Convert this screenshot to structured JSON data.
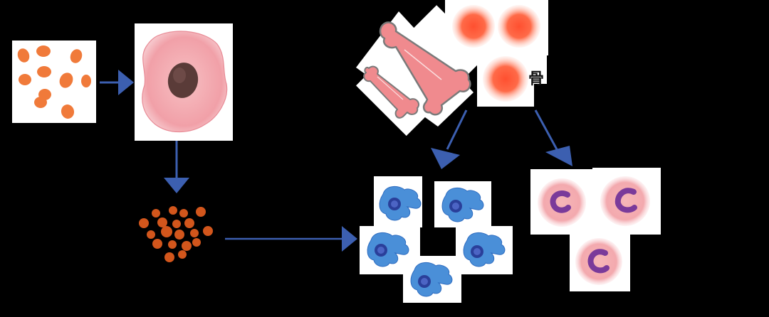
{
  "diagram": {
    "text_char": "骨",
    "colors": {
      "background": "#000000",
      "panel": "#ffffff",
      "arrow": "#3c5fb0",
      "particle_orange": "#f07a3a",
      "particle_dark_orange": "#d2561c",
      "cell_pink": "#f2a3a8",
      "nucleus_brown": "#5a3b38",
      "rbc_red": "#ff5a3c",
      "bone_pink": "#f08a8e",
      "bone_outline": "#7a7a7a",
      "macrophage_blue": "#4a8fd8",
      "macrophage_nucleus": "#2a3f9a",
      "neutrophil_pink": "#f4b3b8",
      "neutrophil_nucleus": "#7a3a9a"
    },
    "nodes": [
      {
        "name": "orange-particles-panel",
        "icon": "orange-particles-icon"
      },
      {
        "name": "large-pink-cell-panel",
        "icon": "cell-with-nucleus-icon"
      },
      {
        "name": "dark-orange-particles-cluster",
        "icon": "particle-cluster-icon"
      },
      {
        "name": "bones-panel",
        "icon": "bone-icon"
      },
      {
        "name": "red-blood-cells-panel",
        "icon": "red-blood-cell-icon"
      },
      {
        "name": "blue-macrophages-panel",
        "icon": "macrophage-icon"
      },
      {
        "name": "pink-neutrophils-panel",
        "icon": "neutrophil-icon"
      }
    ]
  }
}
